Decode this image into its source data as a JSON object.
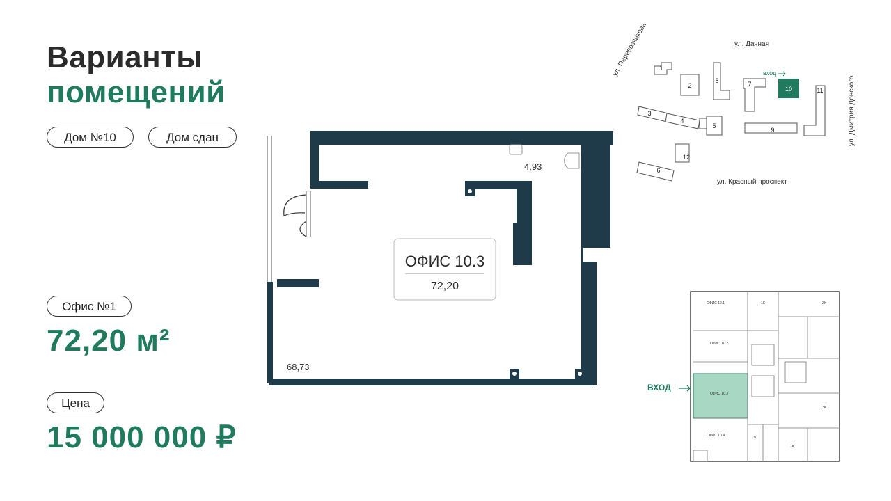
{
  "header": {
    "title_line1": "Варианты",
    "title_line2": "помещений"
  },
  "tags": {
    "house": "Дом №10",
    "status": "Дом сдан"
  },
  "office": {
    "label": "Офис №1",
    "area": "72,20 м²"
  },
  "price": {
    "label": "Цена",
    "value": "15 000 000 ₽"
  },
  "plan": {
    "room_name": "ОФИС 10.3",
    "room_area": "72,20",
    "small_area": "4,93",
    "corner_area": "68,73"
  },
  "site_map": {
    "streets": [
      "ул. Перевозчикова",
      "ул. Дачная",
      "ул. Дмитрия Донского",
      "ул. Красный проспект"
    ],
    "entrance_label": "вход",
    "building_numbers": [
      "1",
      "2",
      "3",
      "4",
      "5",
      "6",
      "7",
      "8",
      "9",
      "10",
      "11",
      "12"
    ],
    "highlight_building": "10"
  },
  "floor_plan": {
    "entrance_label": "ВХОД",
    "units": [
      "ОФИС 10.1",
      "ОФИС 10.2",
      "ОФИС 10.3",
      "ОФИС 10.4",
      "1К",
      "2К",
      "2К",
      "3С",
      "1К"
    ],
    "highlight_unit": "ОФИС 10.3"
  },
  "colors": {
    "dark_wall": "#1f3a48",
    "accent_green": "#1f7a5e",
    "highlight_fill": "#a8d8c4"
  }
}
